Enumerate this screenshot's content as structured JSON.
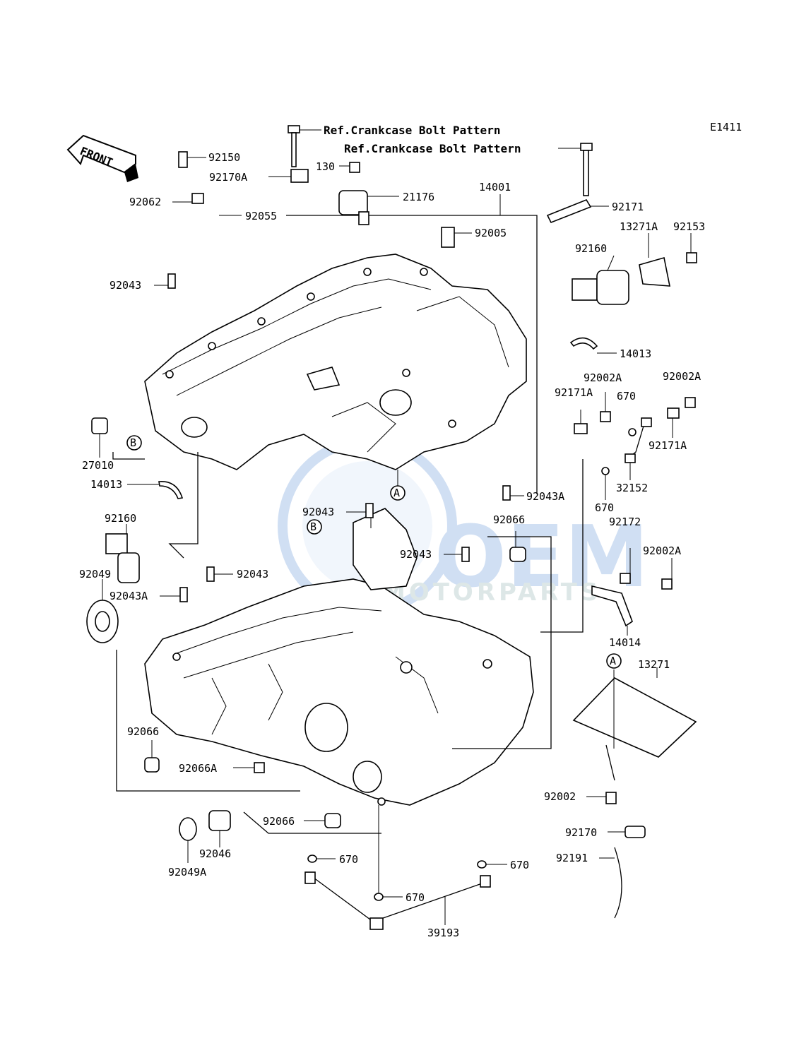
{
  "figure_id": "E1411",
  "front_label": "FRONT",
  "refs": [
    "Ref.Crankcase Bolt Pattern",
    "Ref.Crankcase Bolt Pattern"
  ],
  "callout_letters": [
    "A",
    "B",
    "A",
    "B"
  ],
  "watermark": {
    "brand": "OEM",
    "sub": "MOTORPARTS",
    "color": "#5b8fd6"
  },
  "labels": [
    "92150",
    "92170A",
    "130",
    "21176",
    "14001",
    "92062",
    "92055",
    "92171",
    "13271A",
    "92153",
    "92005",
    "92160",
    "92043",
    "14013",
    "92002A",
    "92002A",
    "92171A",
    "670",
    "92171A",
    "27010",
    "14013",
    "32152",
    "670",
    "92043A",
    "92043",
    "92160",
    "92066",
    "92043",
    "92172",
    "92002A",
    "92049",
    "92043",
    "92043A",
    "14014",
    "13271",
    "92066",
    "92066A",
    "92002",
    "92066",
    "92170",
    "92046",
    "92049A",
    "92191",
    "670",
    "670",
    "670",
    "39193"
  ]
}
